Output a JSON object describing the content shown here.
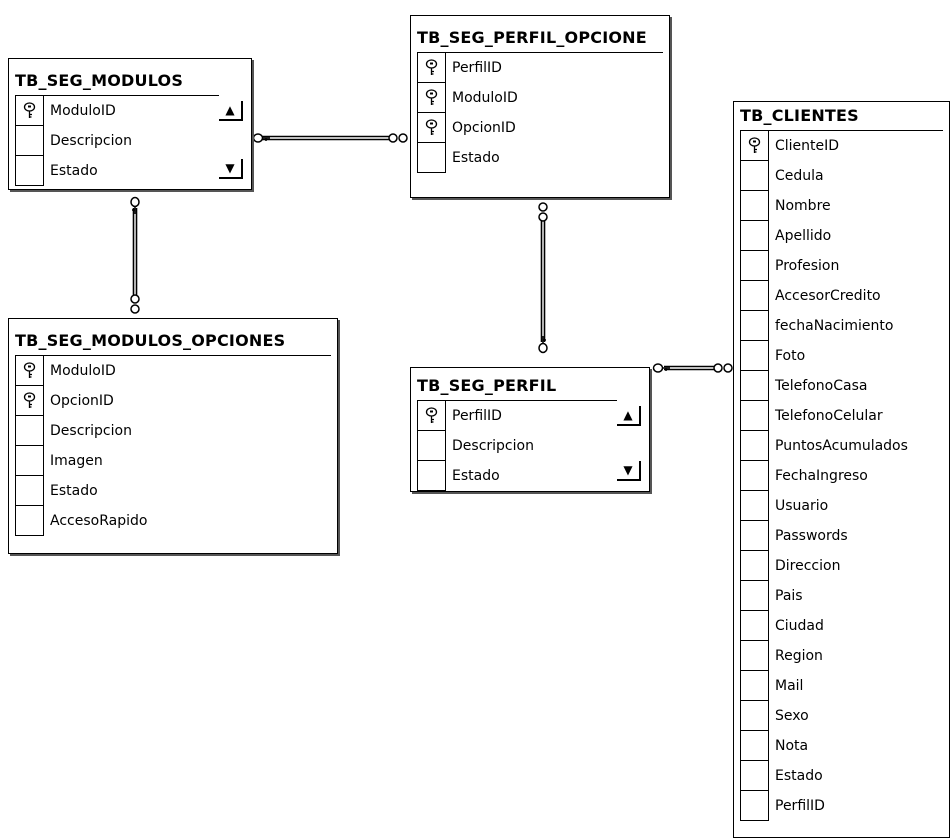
{
  "tables": {
    "modulos": {
      "title": "TB_SEG_MODULOS",
      "columns": [
        {
          "name": "ModuloID",
          "key": true
        },
        {
          "name": "Descripcion",
          "key": false
        },
        {
          "name": "Estado",
          "key": false
        }
      ]
    },
    "perfil_opciones": {
      "title": "TB_SEG_PERFIL_OPCIONE",
      "columns": [
        {
          "name": "PerfilID",
          "key": true
        },
        {
          "name": "ModuloID",
          "key": true
        },
        {
          "name": "OpcionID",
          "key": true
        },
        {
          "name": "Estado",
          "key": false
        }
      ]
    },
    "modulos_opciones": {
      "title": "TB_SEG_MODULOS_OPCIONES",
      "columns": [
        {
          "name": "ModuloID",
          "key": true
        },
        {
          "name": "OpcionID",
          "key": true
        },
        {
          "name": "Descripcion",
          "key": false
        },
        {
          "name": "Imagen",
          "key": false
        },
        {
          "name": "Estado",
          "key": false
        },
        {
          "name": "AccesoRapido",
          "key": false
        }
      ]
    },
    "perfil": {
      "title": "TB_SEG_PERFIL",
      "columns": [
        {
          "name": "PerfilID",
          "key": true
        },
        {
          "name": "Descripcion",
          "key": false
        },
        {
          "name": "Estado",
          "key": false
        }
      ]
    },
    "clientes": {
      "title": "TB_CLIENTES",
      "columns": [
        {
          "name": "ClienteID",
          "key": true
        },
        {
          "name": "Cedula",
          "key": false
        },
        {
          "name": "Nombre",
          "key": false
        },
        {
          "name": "Apellido",
          "key": false
        },
        {
          "name": "Profesion",
          "key": false
        },
        {
          "name": "AccesorCredito",
          "key": false
        },
        {
          "name": "fechaNacimiento",
          "key": false
        },
        {
          "name": "Foto",
          "key": false
        },
        {
          "name": "TelefonoCasa",
          "key": false
        },
        {
          "name": "TelefonoCelular",
          "key": false
        },
        {
          "name": "PuntosAcumulados",
          "key": false
        },
        {
          "name": "FechaIngreso",
          "key": false
        },
        {
          "name": "Usuario",
          "key": false
        },
        {
          "name": "Passwords",
          "key": false
        },
        {
          "name": "Direccion",
          "key": false
        },
        {
          "name": "Pais",
          "key": false
        },
        {
          "name": "Ciudad",
          "key": false
        },
        {
          "name": "Region",
          "key": false
        },
        {
          "name": "Mail",
          "key": false
        },
        {
          "name": "Sexo",
          "key": false
        },
        {
          "name": "Nota",
          "key": false
        },
        {
          "name": "Estado",
          "key": false
        },
        {
          "name": "PerfilID",
          "key": false
        }
      ]
    }
  },
  "icons": {
    "primary_key": "key-icon",
    "scroll_up": "scroll-up-arrow-icon",
    "scroll_down": "scroll-down-arrow-icon"
  }
}
